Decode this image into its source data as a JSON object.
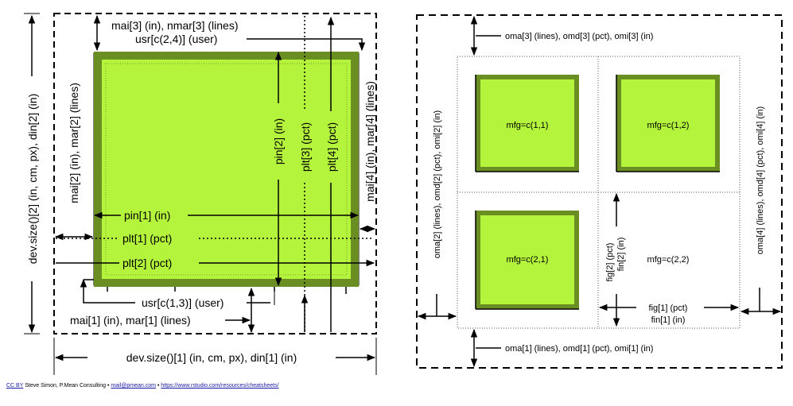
{
  "colors": {
    "plot_fill": "#b5f43c",
    "plot_border": "#6b8e23",
    "line": "#000000"
  },
  "left_panel": {
    "top_margin_label": "mai[3] (in), nmar[3] (lines)",
    "usr_top_label": "usr[c(2,4)] (user)",
    "left_margin_label": "mai[2] (in), mar[2] (lines)",
    "dev_size_y_label": "dev.size()[2] (in, cm, px), din[2] (in)",
    "pin2_label": "pin[2] (in)",
    "plt3_label": "plt[3] (pct)",
    "plt4_label": "plt[4] (pct)",
    "right_margin_label": "mai[4] (in), mar[4] (lines)",
    "pin1_label": "pin[1] (in)",
    "plt1_label": "plt[1] (pct)",
    "plt2_label": "plt[2] (pct)",
    "usr_bottom_label": "usr[c(1,3)] (user)",
    "bottom_margin_label": "mai[1] (in), mar[1] (lines)",
    "dev_size_x_label": "dev.size()[1] (in, cm, px), din[1] (in)"
  },
  "right_panel": {
    "oma_top": "oma[3] (lines), omd[3] (pct), omi[3] (in)",
    "oma_left": "oma[2] (lines), omd[2] (pct), omi[2] (in)",
    "oma_right": "oma[4] (lines), omd[4] (pct), omi[4] (in)",
    "oma_bottom": "oma[1] (lines), omd[1] (pct), omi[1] (in)",
    "mfg_11": "mfg=c(1,1)",
    "mfg_12": "mfg=c(1,2)",
    "mfg_21": "mfg=c(2,1)",
    "mfg_22": "mfg=c(2,2)",
    "fig2_label": "fig[2] (pct)",
    "fin2_label": "fin[2] (in)",
    "fig1_label": "fig[1] (pct)",
    "fin1_label": "fin[1] (in)"
  },
  "footer": {
    "license": "CC BY",
    "author": "Steve Simon, P.Mean Consulting",
    "sep1": "•",
    "email": "mail@pmean.com",
    "sep2": "•",
    "url": "https://www.rstudio.com/resources/cheatsheets/"
  }
}
